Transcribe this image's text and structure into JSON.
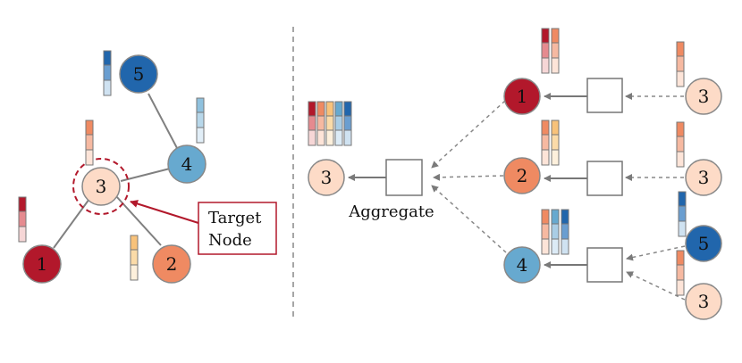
{
  "nodes": {
    "n1": "1",
    "n2": "2",
    "n3": "3",
    "n4": "4",
    "n5": "5"
  },
  "labels": {
    "target_line1": "Target",
    "target_line2": "Node",
    "aggregate": "Aggregate"
  },
  "colors": {
    "node_1": "#b2182b",
    "node_2": "#ef8a62",
    "node_3": "#fddbc7",
    "node_4": "#67a9cf",
    "node_5": "#2166ac",
    "target_accent": "#b2182b",
    "edge": "#808080"
  }
}
